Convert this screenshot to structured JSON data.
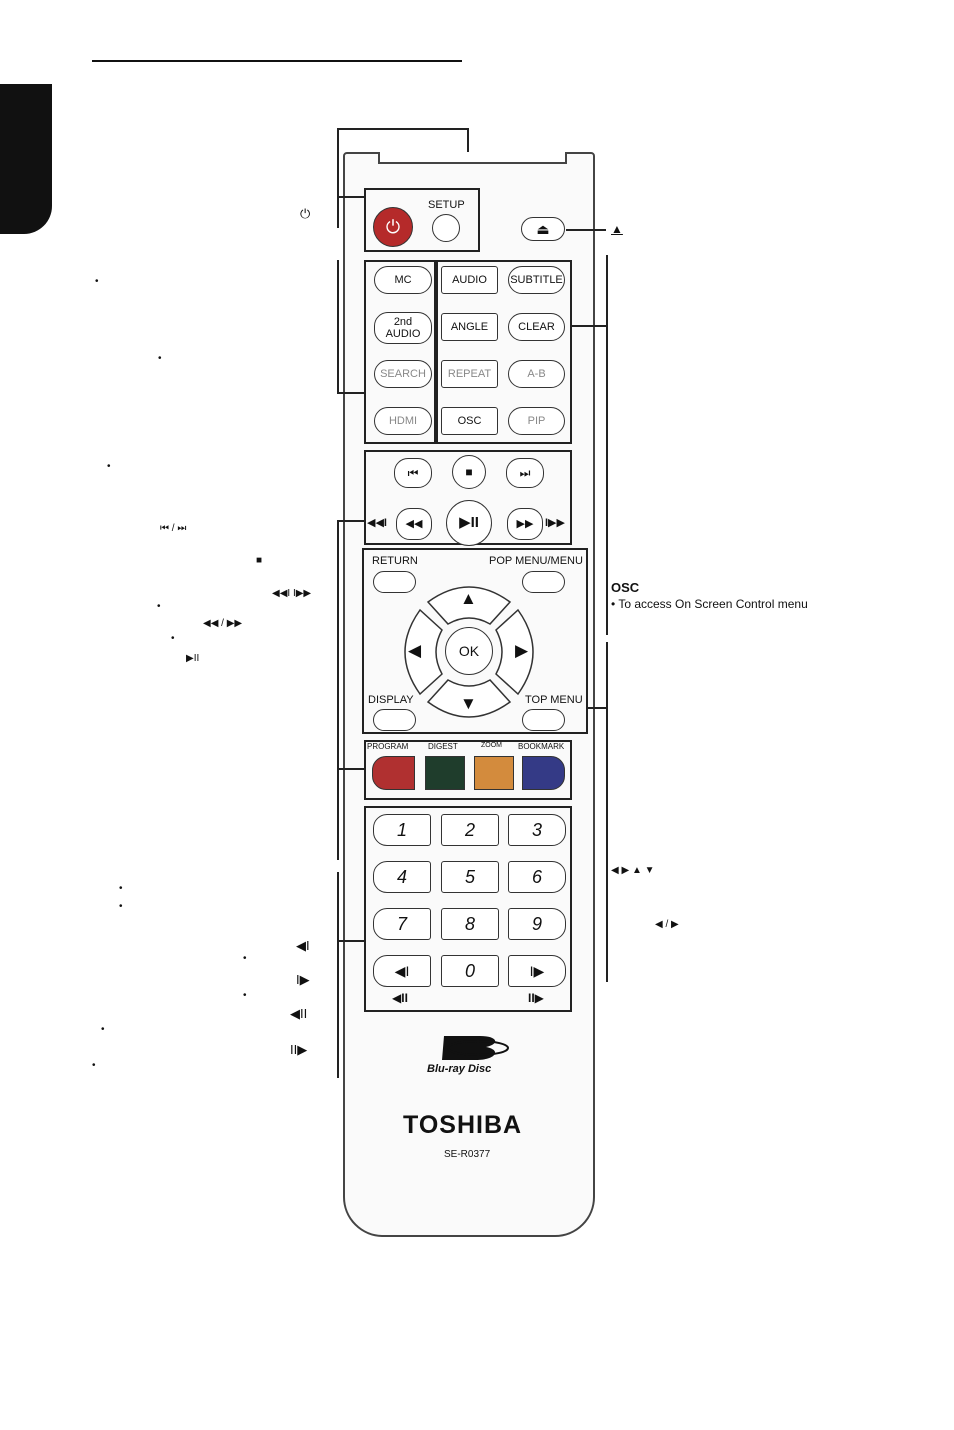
{
  "remote": {
    "power_symbol": "⏻",
    "setup": "SETUP",
    "eject_symbol": "⏏",
    "left_col": [
      "MC",
      "2nd\nAUDIO",
      "SEARCH",
      "HDMI"
    ],
    "mid_col": [
      "AUDIO",
      "ANGLE",
      "REPEAT",
      "OSC"
    ],
    "right_col": [
      "SUBTITLE",
      "CLEAR",
      "A-B",
      "PIP"
    ],
    "transport": {
      "prev": "⏮",
      "stop": "■",
      "next": "⏭",
      "rew": "◀◀",
      "play": "▶II",
      "fwd": "▶▶",
      "slow_rev": "◀◀I",
      "slow_fwd": "I▶▶"
    },
    "nav": {
      "return": "RETURN",
      "pop_menu": "POP MENU/MENU",
      "ok": "OK",
      "display": "DISPLAY",
      "top_menu": "TOP MENU",
      "up": "▲",
      "down": "▼",
      "left": "◀",
      "right": "▶"
    },
    "color_labels": [
      "PROGRAM",
      "DIGEST",
      "ZOOM",
      "BOOKMARK"
    ],
    "numbers": [
      "1",
      "2",
      "3",
      "4",
      "5",
      "6",
      "7",
      "8",
      "9",
      "◀I",
      "0",
      "I▶"
    ],
    "step_labels": [
      "◀II",
      "II▶"
    ],
    "brand": "TOSHIBA",
    "model": "SE-R0377",
    "bluray_text": "Blu-ray Disc"
  },
  "callouts": {
    "osc_title": "OSC",
    "osc_desc": "• To access On Screen Control menu",
    "left_symbols": [
      "⏻",
      "⏮ / ⏭",
      "■",
      "◀◀I  I▶▶",
      "◀◀ / ▶▶",
      "▶II",
      "◀I",
      "I▶",
      "◀II",
      "II▶"
    ],
    "eject_symbol": "▲",
    "right_symbols": [
      "◀ ▶ ▲ ▼",
      "◀ / ▶"
    ]
  },
  "colors": {
    "power": "#b52a2a",
    "program": "#b03030",
    "digest": "#1f3d2c",
    "zoom": "#d38b3d",
    "bookmark": "#343a86"
  }
}
